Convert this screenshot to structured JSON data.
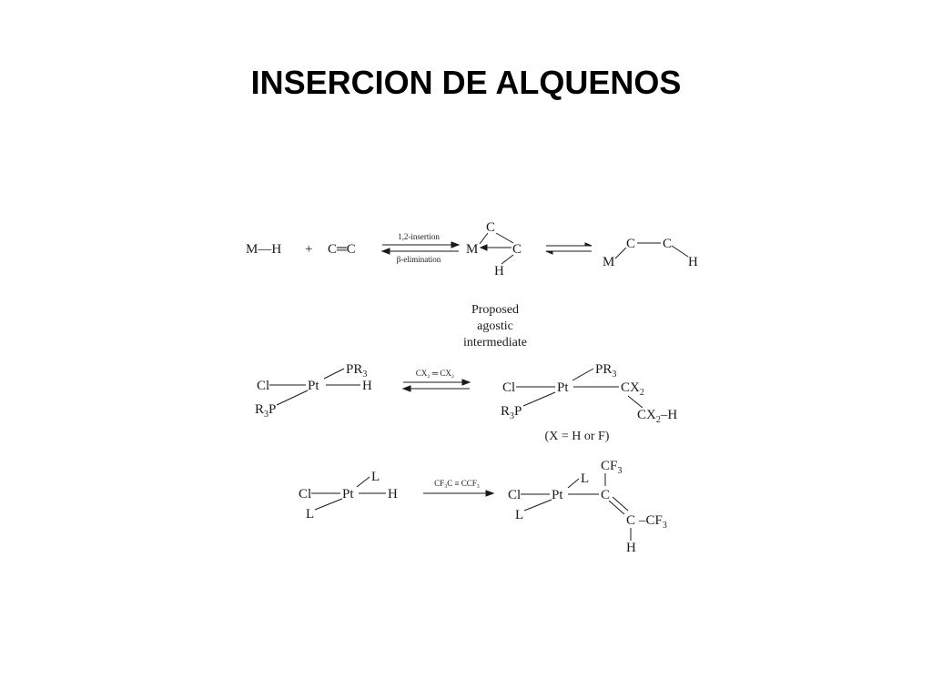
{
  "slide": {
    "title": "INSERCION DE ALQUENOS"
  },
  "reaction1": {
    "reactant1": "M—H",
    "plus": "+",
    "reactant2": "C═C",
    "forward_label": "1,2-insertion",
    "reverse_label": "β-elimination",
    "intermediate": {
      "top": "C",
      "metal": "M",
      "right": "C",
      "bottom": "H"
    },
    "product": {
      "metal": "M",
      "c1": "C",
      "c2": "C",
      "h": "H"
    },
    "caption": [
      "Proposed",
      "agostic",
      "intermediate"
    ]
  },
  "reaction2": {
    "reactant": {
      "cl": "Cl",
      "pt": "Pt",
      "h": "H",
      "pr3": "PR",
      "pr3_sub": "3",
      "r3p_pre": "R",
      "r3p_sub": "3",
      "r3p_post": "P"
    },
    "reagent": "CX₂ ═ CX₂",
    "product": {
      "cl": "Cl",
      "pt": "Pt",
      "pr3": "PR",
      "pr3_sub": "3",
      "cx2": "CX",
      "cx2_sub": "2",
      "cx2h": "CX",
      "cx2h_sub": "2",
      "cx2h_post": "–H",
      "r3p_pre": "R",
      "r3p_sub": "3",
      "r3p_post": "P"
    },
    "note": "(X = H or F)"
  },
  "reaction3": {
    "reactant": {
      "cl": "Cl",
      "pt": "Pt",
      "h": "H",
      "l_top": "L",
      "l_bottom": "L"
    },
    "reagent": "CF₃C ≡ CCF₃",
    "product": {
      "cl": "Cl",
      "pt": "Pt",
      "l_top": "L",
      "l_bottom": "L",
      "c1": "C",
      "c2": "C",
      "cf3_top": "CF",
      "cf3_top_sub": "3",
      "cf3_right": "–CF",
      "cf3_right_sub": "3",
      "h": "H"
    }
  }
}
